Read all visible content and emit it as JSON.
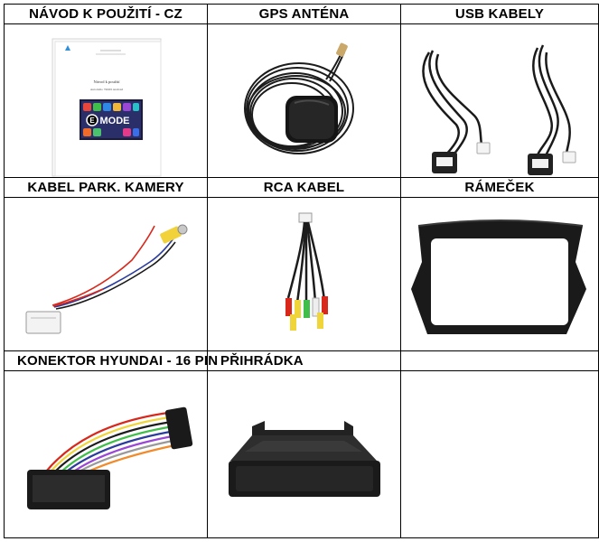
{
  "grid": {
    "row1": [
      "NÁVOD K POUŽITÍ - CZ",
      "GPS ANTÉNA",
      "USB KABELY"
    ],
    "row2": [
      "KABEL PARK. KAMERY",
      "RCA KABEL",
      "RÁMEČEK"
    ],
    "row3": [
      "KONEKTOR HYUNDAI - 16 PIN",
      "PŘIHRÁDKA",
      ""
    ]
  },
  "manual": {
    "title": "Návod k použití",
    "subtitle": "Autorádio 7ROD Android",
    "logo_text": "MODE"
  }
}
